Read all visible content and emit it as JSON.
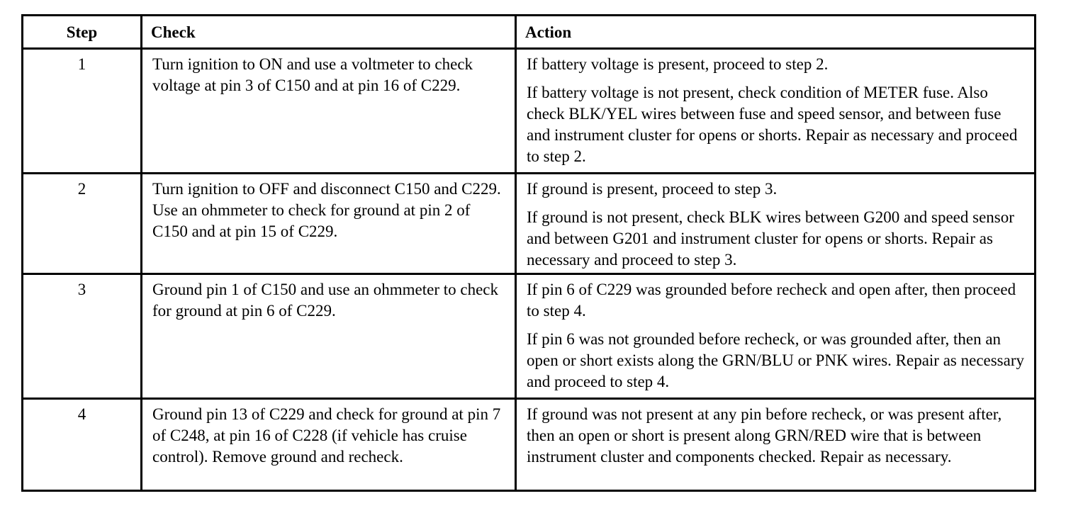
{
  "table": {
    "headers": {
      "step": "Step",
      "check": "Check",
      "action": "Action"
    },
    "rows": [
      {
        "step": "1",
        "check": "Turn ignition to ON and use a voltmeter to check voltage at pin 3 of C150 and at pin 16 of C229.",
        "action_1": "If battery voltage is present, proceed to step 2.",
        "action_2": "If battery voltage is not present, check condition of METER fuse. Also check BLK/YEL wires between fuse and speed sensor, and between fuse and instrument cluster for opens or shorts. Repair as necessary and proceed to step 2."
      },
      {
        "step": "2",
        "check": "Turn ignition to OFF and disconnect C150 and C229. Use an ohmmeter to check for ground at pin 2 of C150 and at pin 15 of C229.",
        "action_1": "If ground is present, proceed to step 3.",
        "action_2": "If ground is not present, check BLK wires between G200 and speed sensor and between G201 and instrument cluster for opens or shorts. Repair as necessary and proceed to step 3."
      },
      {
        "step": "3",
        "check": "Ground pin 1 of C150 and use an ohmmeter to check for ground at pin 6 of C229.",
        "action_1": "If pin 6 of C229 was grounded before recheck and open after, then proceed to step 4.",
        "action_2": "If pin 6 was not grounded before recheck, or was grounded after, then an open or short exists along the GRN/BLU or PNK wires. Repair as necessary and proceed to step 4."
      },
      {
        "step": "4",
        "check": "Ground pin 13 of C229 and check for ground at pin 7 of C248, at pin 16 of C228 (if vehicle has cruise control). Remove ground and recheck.",
        "action_1": "If ground was not present at any pin before recheck, or was present after, then an open or short is present along GRN/RED wire that is between instrument cluster and components checked. Repair as necessary."
      }
    ]
  }
}
